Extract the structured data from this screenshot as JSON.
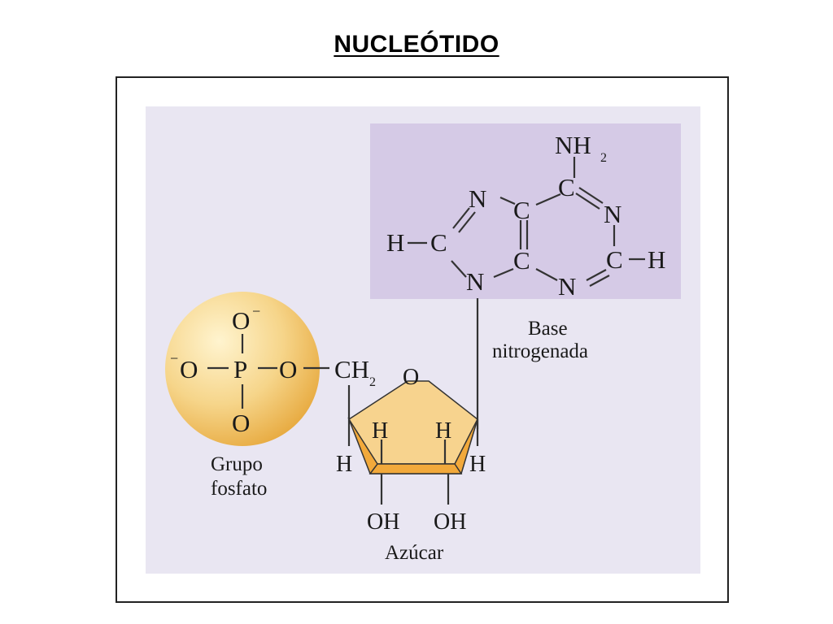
{
  "title": "NUCLEÓTIDO",
  "colors": {
    "panel_bg": "#e9e6f2",
    "base_box": "#d5cae6",
    "phosphate_fill": "#f2c564",
    "sugar_top": "#f7d38e",
    "sugar_side": "#f2a93b",
    "bond": "#333333"
  },
  "labels": {
    "phosphate_group": [
      "Grupo",
      "fosfato"
    ],
    "nitrogenous_base": [
      "Base",
      "nitrogenada"
    ],
    "sugar": "Azúcar"
  },
  "atoms": {
    "base": {
      "nh2": "NH",
      "nh2_sub": "2",
      "c_top": "C",
      "n_left_top": "N",
      "c_mid_top": "C",
      "n_right": "N",
      "h_left": "H",
      "c_left": "C",
      "c_mid_bottom": "C",
      "c_right": "C",
      "h_right": "H",
      "n_bottom_left": "N",
      "n_bottom": "N"
    },
    "phosphate": {
      "o_top": "O",
      "o_top_charge": "−",
      "o_left": "O",
      "o_left_charge": "−",
      "p": "P",
      "o_right": "O",
      "o_bottom": "O"
    },
    "sugar": {
      "ch2": "CH",
      "ch2_sub": "2",
      "o_ring": "O",
      "h_left": "H",
      "h_c4": "H",
      "h_c3": "H",
      "h_c1": "H",
      "oh_left": "OH",
      "oh_right": "OH"
    }
  }
}
